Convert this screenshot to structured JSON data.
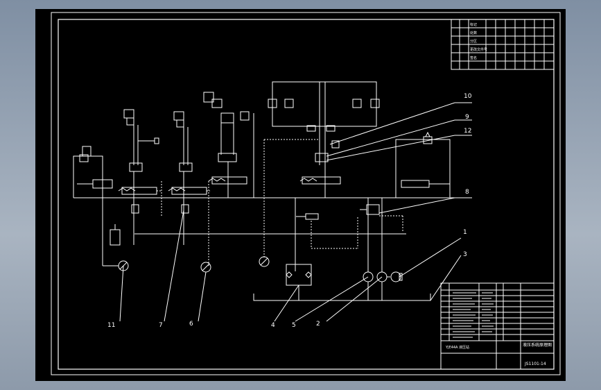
{
  "drawing": {
    "callouts": [
      "10",
      "9",
      "12",
      "8",
      "1",
      "3",
      "11",
      "7",
      "6",
      "4",
      "5",
      "2"
    ],
    "title_block": {
      "title": "液压系统原理图",
      "drawing_number": "JS1101-14",
      "name_label": "YJE44A 液压站"
    },
    "revision_table": {
      "rows": [
        "标记",
        "处数",
        "分区",
        "更改文件号",
        "签名"
      ]
    }
  }
}
